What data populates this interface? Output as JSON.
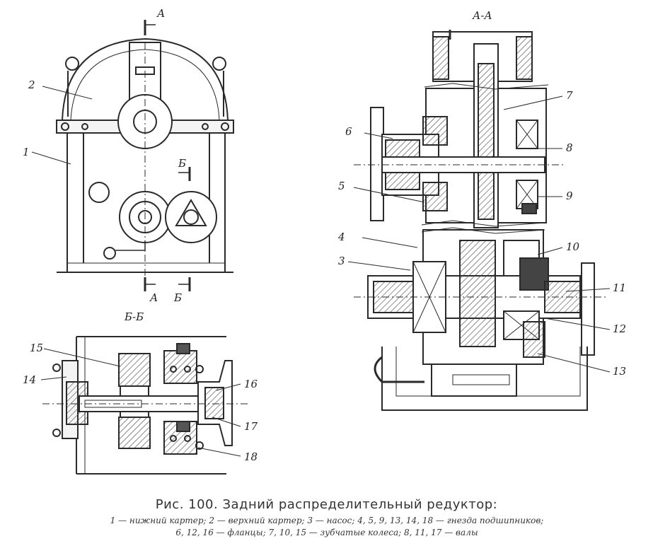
{
  "figure": {
    "title": "Рис. 100. Задний распределительный редуктор:",
    "legend_line1": "1 — нижний картер; 2 — верхний картер; 3 — насос; 4, 5, 9, 13, 14, 18 — гнезда подшипников;",
    "legend_line2": "6, 12, 16 — фланцы; 7, 10, 15 — зубчатые колеса; 8, 11, 17 — валы"
  },
  "sections": {
    "a_top": "А",
    "a_bottom": "А",
    "b_top": "Б",
    "b_bottom": "Б",
    "aa_title": "А-А",
    "bb_title": "Б-Б"
  },
  "parts": {
    "p1": "1",
    "p2": "2",
    "p3": "3",
    "p4": "4",
    "p5": "5",
    "p6": "6",
    "p7": "7",
    "p8": "8",
    "p9": "9",
    "p10": "10",
    "p11": "11",
    "p12": "12",
    "p13": "13",
    "p14": "14",
    "p15": "15",
    "p16": "16",
    "p17": "17",
    "p18": "18"
  }
}
